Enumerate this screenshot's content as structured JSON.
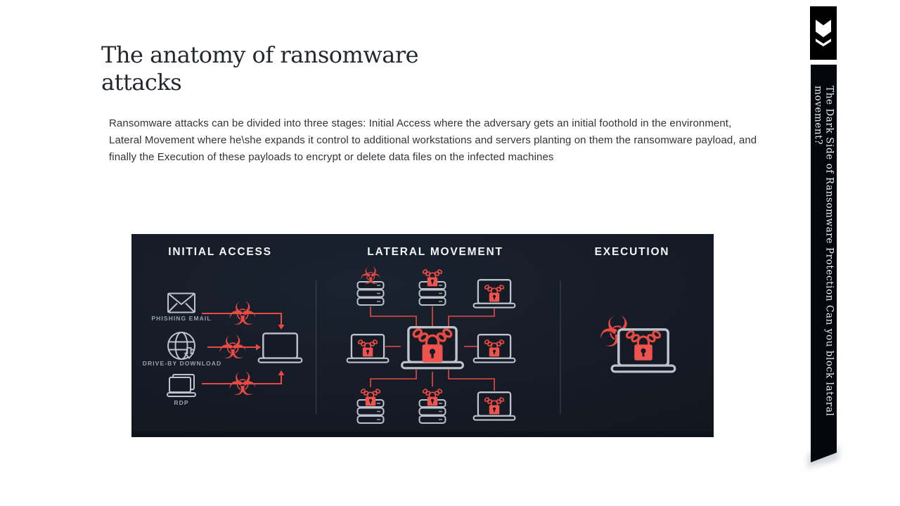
{
  "page": {
    "background": "#ffffff"
  },
  "slide": {
    "title": {
      "line1": "The anatomy of ransomware",
      "line2": "attacks"
    },
    "body": "Ransomware attacks can be divided into three stages: Initial Access where the adversary gets an initial foothold in the environment, Lateral Movement where he\\she expands it control to additional workstations and servers planting on them the ransomware payload, and finally the Execution of these payloads to encrypt or delete data files on the infected machines"
  },
  "sidebar": {
    "logo_icon": "double-chevron-down",
    "ribbon_text": "The Dark Side of Ransomware Protection Can you block lateral movement?",
    "colors": {
      "ribbon_bg": "#04080d",
      "ribbon_text": "#e9eef5",
      "logo_bg": "#000000",
      "logo_glyph": "#ffffff"
    }
  },
  "infographic": {
    "colors": {
      "background": "#151b25",
      "accent_red": "#e84a44",
      "lock_red": "#ef5350",
      "device_gray": "#bdc3cb",
      "label_gray": "#9aa2ac",
      "heading_white": "#f3f5f7",
      "divider": "#454c55"
    },
    "icons": {
      "biohazard_glyph": "☣"
    },
    "stages": [
      {
        "title": "INITIAL ACCESS",
        "sources": [
          {
            "label": "PHISHING EMAIL",
            "icon": "envelope-icon"
          },
          {
            "label": "DRIVE-BY DOWNLOAD",
            "icon": "globe-download-icon"
          },
          {
            "label": "RDP",
            "icon": "remote-desktop-icon"
          }
        ],
        "target": "laptop-icon"
      },
      {
        "title": "LATERAL MOVEMENT",
        "devices": [
          "server-biohazard",
          "server-locked",
          "laptop-locked",
          "laptop-locked",
          "laptop-locked-center",
          "laptop-locked",
          "server-locked",
          "server-locked",
          "laptop-locked"
        ]
      },
      {
        "title": "EXECUTION",
        "devices": [
          "laptop-locked-biohazard"
        ]
      }
    ]
  }
}
